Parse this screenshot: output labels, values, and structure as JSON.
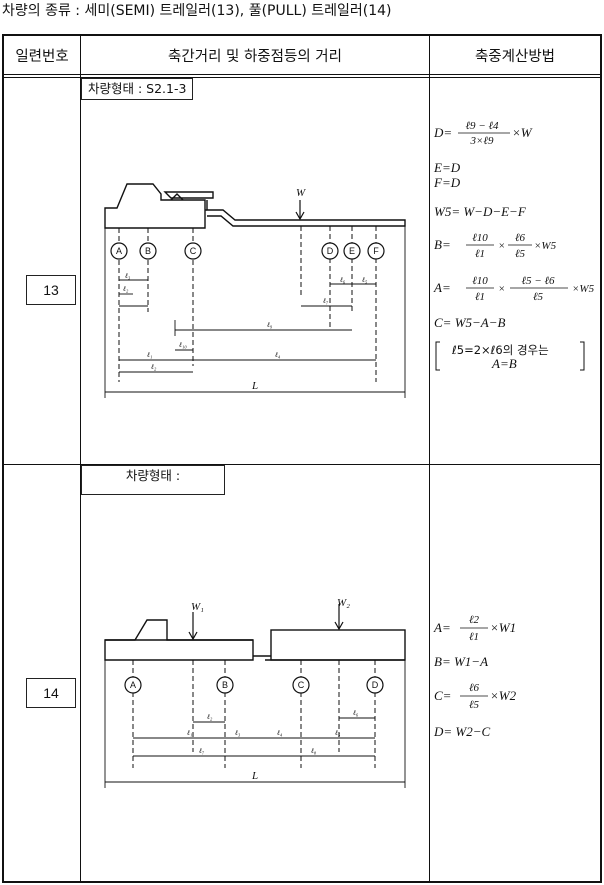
{
  "caption": "차량의 종류 : 세미(SEMI) 트레일러(13), 풀(PULL) 트레일러(14)",
  "headers": {
    "serial": "일련번호",
    "distance": "축간거리 및 하중점등의 거리",
    "method": "축중계산방법"
  },
  "rows": [
    {
      "number": "13",
      "vehicle_type": "차량형태 : S2.1-3",
      "axle_labels": [
        "A",
        "B",
        "C",
        "D",
        "E",
        "F"
      ],
      "load_label": "W",
      "total_label": "L",
      "formulas": {
        "d_lhs": "D=",
        "d_num": "ℓ9 − ℓ4",
        "d_den": "3×ℓ9",
        "d_rhs": "×W",
        "e_eq": "E=D",
        "f_eq": "F=D",
        "w5_eq": "W5= W−D−E−F",
        "b_lhs": "B=",
        "b_n1": "ℓ10",
        "b_d1": "ℓ1",
        "b_n2": "ℓ6",
        "b_d2": "ℓ5",
        "b_rhs": "×W5",
        "a_lhs": "A=",
        "a_n1": "ℓ10",
        "a_d1": "ℓ1",
        "a_n2": "ℓ5 − ℓ6",
        "a_d2": "ℓ5",
        "a_rhs": "×W5",
        "c_eq": "C= W5−A−B",
        "cond_1": "ℓ5=2×ℓ6의 경우는",
        "cond_2": "A=B"
      }
    },
    {
      "number": "14",
      "vehicle_type": "차량형태 :",
      "axle_labels": [
        "A",
        "B",
        "C",
        "D"
      ],
      "load_label_1": "W₁",
      "load_label_2": "W₂",
      "total_label": "L",
      "formulas": {
        "a_lhs": "A=",
        "a_num": "ℓ2",
        "a_den": "ℓ1",
        "a_rhs": "×W1",
        "b_eq": "B= W1−A",
        "c_lhs": "C=",
        "c_num": "ℓ6",
        "c_den": "ℓ5",
        "c_rhs": "×W2",
        "d_eq": "D= W2−C"
      }
    }
  ]
}
